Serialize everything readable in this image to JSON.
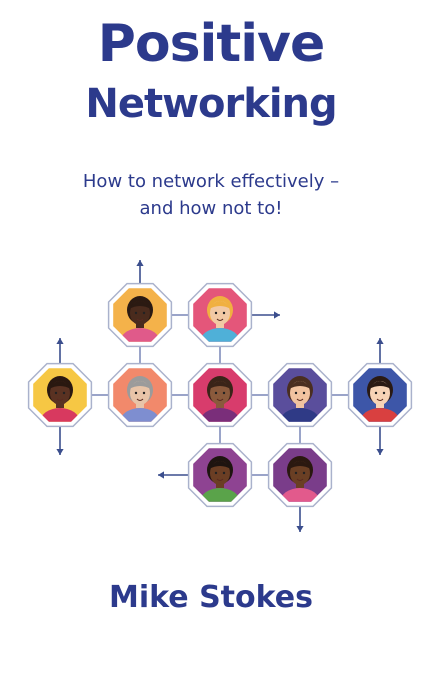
{
  "title": {
    "line1": "Positive",
    "line2": "Networking"
  },
  "subtitle": {
    "line1": "How to network effectively –",
    "line2": "and how not to!"
  },
  "author": "Mike Stokes",
  "colors": {
    "navy": "#2c3a8c",
    "arrow": "#3b4e8d",
    "connector": "#9aa4c9"
  },
  "network": {
    "nodes": [
      {
        "name": "node-top-left",
        "bg": "#f4b24a",
        "skin": "#4a2b1d",
        "hair": "#2b1a12",
        "shirt": "#e05a8a",
        "icon": "person-icon"
      },
      {
        "name": "node-top-right",
        "bg": "#e4567a",
        "skin": "#f2c9a4",
        "hair": "#f0b040",
        "shirt": "#4fb0d8",
        "icon": "person-icon"
      },
      {
        "name": "node-far-left",
        "bg": "#f6c744",
        "skin": "#5a3222",
        "hair": "#2a1810",
        "shirt": "#d8395f",
        "icon": "person-icon"
      },
      {
        "name": "node-left",
        "bg": "#f2896b",
        "skin": "#e8c4a8",
        "hair": "#9b9b9b",
        "shirt": "#7e8ed0",
        "icon": "person-icon"
      },
      {
        "name": "node-center",
        "bg": "#d83c6c",
        "skin": "#8a5a3c",
        "hair": "#3a2418",
        "shirt": "#7a2e7a",
        "icon": "person-icon"
      },
      {
        "name": "node-right",
        "bg": "#5a4e9c",
        "skin": "#f2c3a0",
        "hair": "#4a2e20",
        "shirt": "#2f3a86",
        "icon": "person-icon"
      },
      {
        "name": "node-far-right",
        "bg": "#3d56a8",
        "skin": "#f7d3b6",
        "hair": "#2a1a14",
        "shirt": "#d94040",
        "icon": "person-icon"
      },
      {
        "name": "node-bottom-left",
        "bg": "#8e4392",
        "skin": "#6b3e24",
        "hair": "#1e1410",
        "shirt": "#5aa34a",
        "icon": "person-icon"
      },
      {
        "name": "node-bottom-right",
        "bg": "#7a3d8a",
        "skin": "#6a3f24",
        "hair": "#2a1810",
        "shirt": "#e25a8c",
        "icon": "person-icon"
      }
    ]
  }
}
